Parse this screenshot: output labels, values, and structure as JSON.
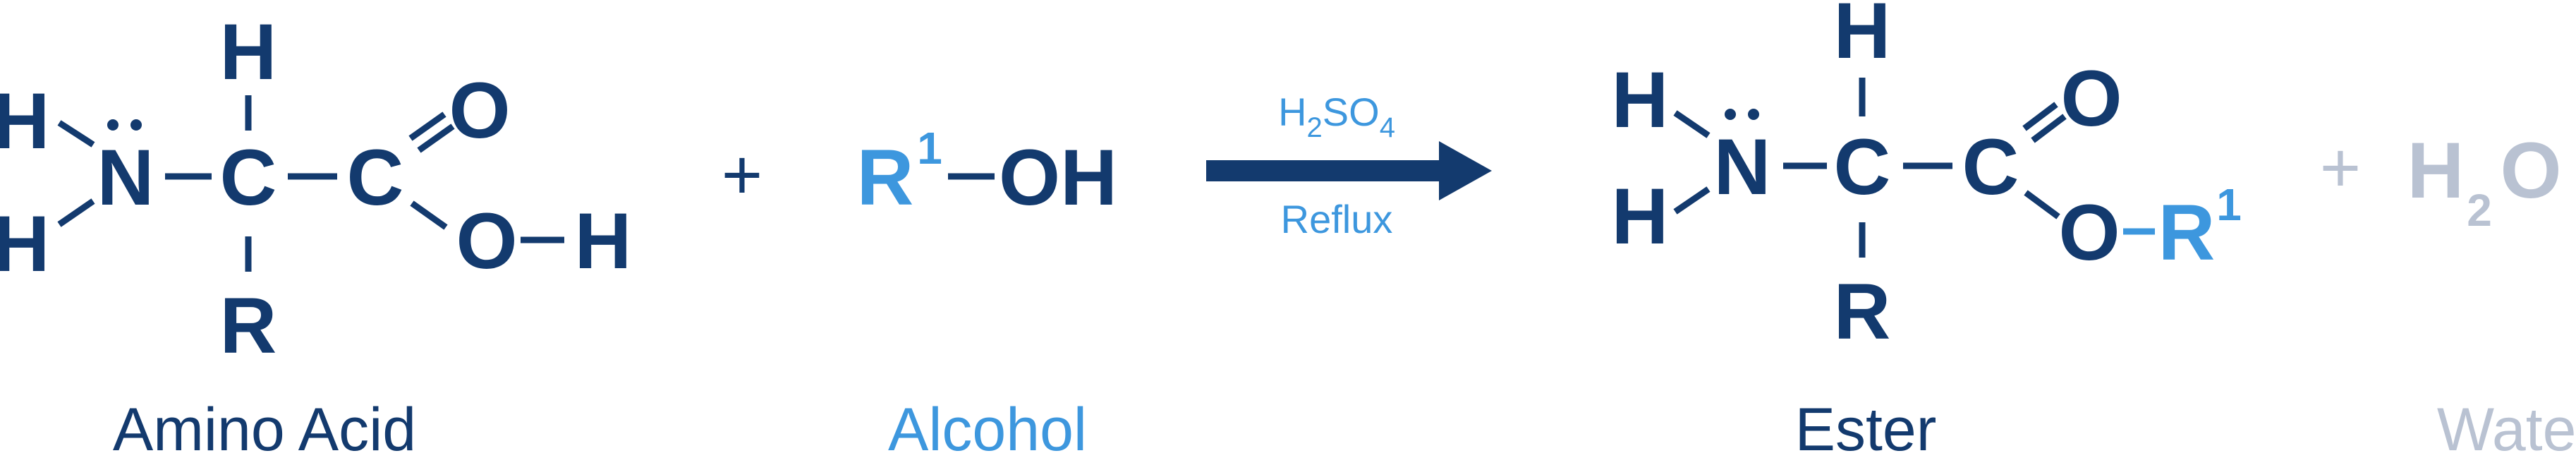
{
  "colors": {
    "dark": "#133a6e",
    "accent": "#3d97de",
    "faded": "#b9c2d2"
  },
  "reaction": {
    "amino_acid": {
      "name": "Amino Acid",
      "atoms": {
        "h_top": "H",
        "h_left_top": "H",
        "h_left_bottom": "H",
        "n": "N",
        "alpha_c": "C",
        "carbonyl_c": "C",
        "r": "R",
        "o_double": "O",
        "o_single": "O",
        "h_acid": "H"
      }
    },
    "plus_1": "+",
    "alcohol": {
      "name": "Alcohol",
      "r": "R",
      "r_superscript": "1",
      "oh": "OH"
    },
    "conditions": {
      "catalyst": {
        "h": "H",
        "sub_2": "2",
        "so": "SO",
        "sub_4": "4"
      },
      "process": "Reflux"
    },
    "ester": {
      "name": "Ester",
      "atoms": {
        "h_top": "H",
        "h_left_top": "H",
        "h_left_bottom": "H",
        "n": "N",
        "alpha_c": "C",
        "carbonyl_c": "C",
        "r": "R",
        "o_double": "O",
        "o_single": "O",
        "r1": "R",
        "r1_superscript": "1"
      }
    },
    "plus_2": "+",
    "water": {
      "name": "Water",
      "h": "H",
      "sub_2": "2",
      "o": "O"
    }
  }
}
